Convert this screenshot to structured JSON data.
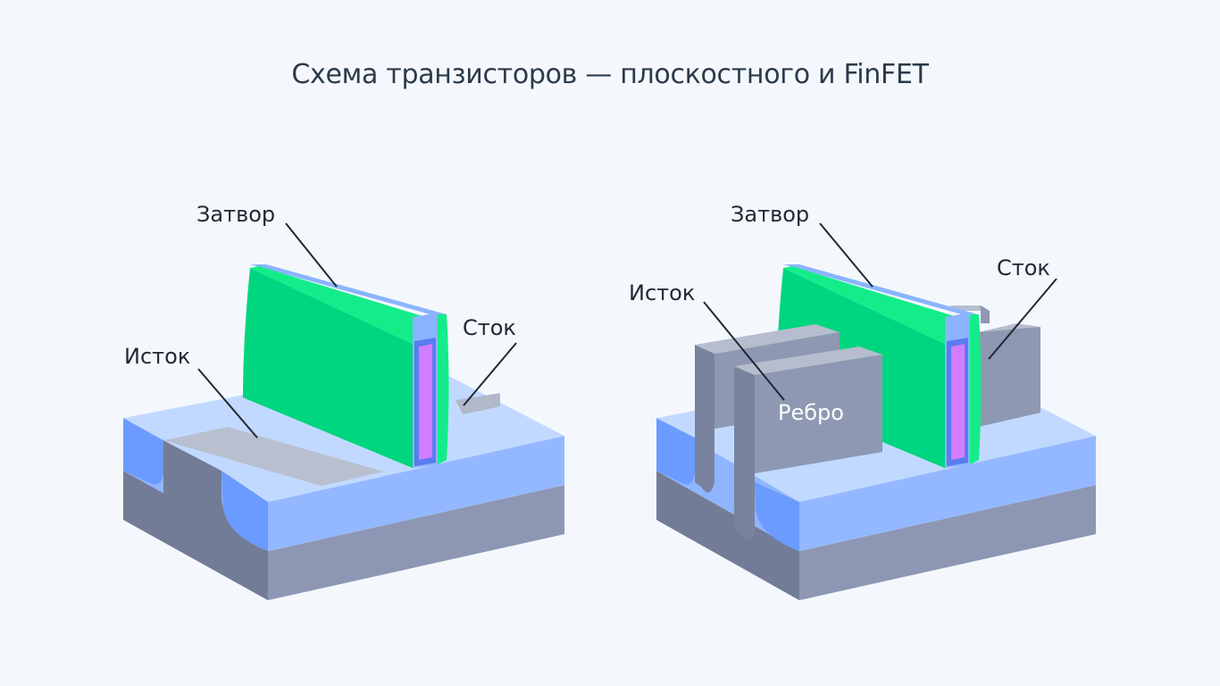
{
  "title": "Схема транзисторов — плоскостного и FinFET",
  "planar": {
    "gate_label": "Затвор",
    "source_label": "Исток",
    "drain_label": "Сток"
  },
  "finfet": {
    "gate_label": "Затвор",
    "source_label": "Исток",
    "drain_label": "Сток",
    "fin_label": "Ребро"
  },
  "colors": {
    "background": "#f4f8fd",
    "gate_green": "#00d57f",
    "gate_green_light": "#14ec8a",
    "gate_blue_strip": "#8ab4ff",
    "gate_purple": "#d27dff",
    "gate_edge_blue": "#5a7cf0",
    "substrate_top": "#c2d9ff",
    "substrate_side": "#8fb5ff",
    "substrate_deep": "#6b9bff",
    "base_gray": "#8d97b3",
    "base_gray_dark": "#737c97",
    "channel_gray": "#b8c0d0",
    "fin_top": "#b6bdce",
    "fin_face": "#8e98b2",
    "fin_side": "#7a839e"
  }
}
